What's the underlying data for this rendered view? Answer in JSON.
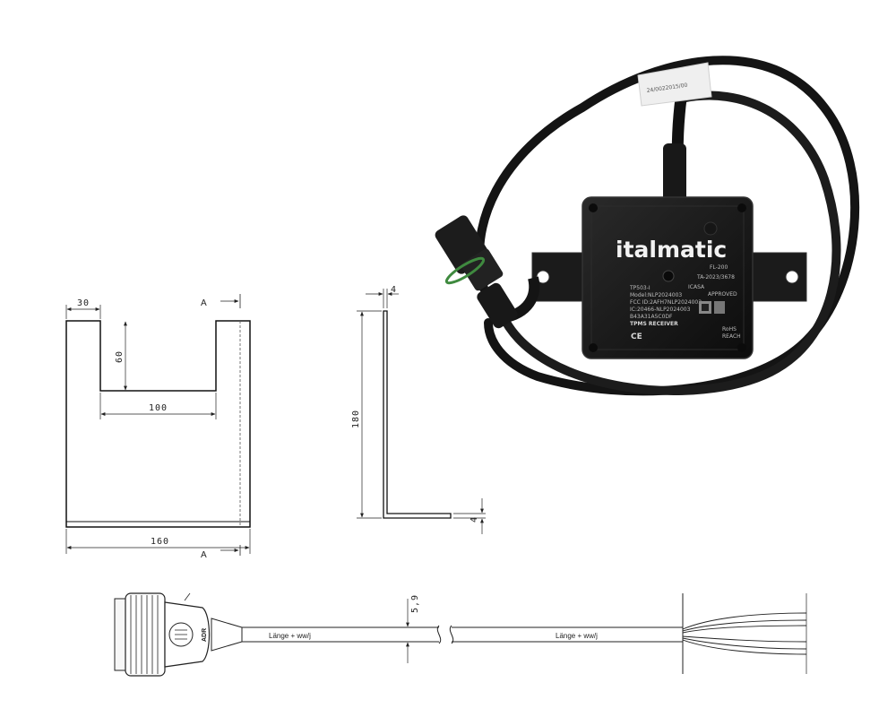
{
  "bracket_front": {
    "dim_top_left": "30",
    "dim_slot_depth": "60",
    "dim_slot_width": "100",
    "dim_overall_width": "160",
    "section_mark_top": "A",
    "section_mark_bottom": "A"
  },
  "bracket_side": {
    "dim_thickness": "4",
    "dim_height": "180",
    "dim_foot": "4"
  },
  "receiver": {
    "brand": "italmatic",
    "model_code": "FL-200",
    "label_lines": [
      "TP503-I",
      "Model:NLP2024003",
      "FCC ID:2AFH7NLP2024003",
      "IC:20466-NLP2024003",
      "B43A31A5C0DF",
      "TPMS RECEIVER"
    ],
    "cert_id": "TA-2023/3678",
    "icasa": "ICASA",
    "approved": "APPROVED",
    "marks": [
      "CE",
      "RoHS",
      "REACH"
    ],
    "sleeve_text": "24/0022015/00"
  },
  "cable": {
    "dim_diameter": "5,9",
    "label_left": "Länge + ww/j",
    "label_right": "Länge + ww/j",
    "connector_text": "ADR"
  }
}
